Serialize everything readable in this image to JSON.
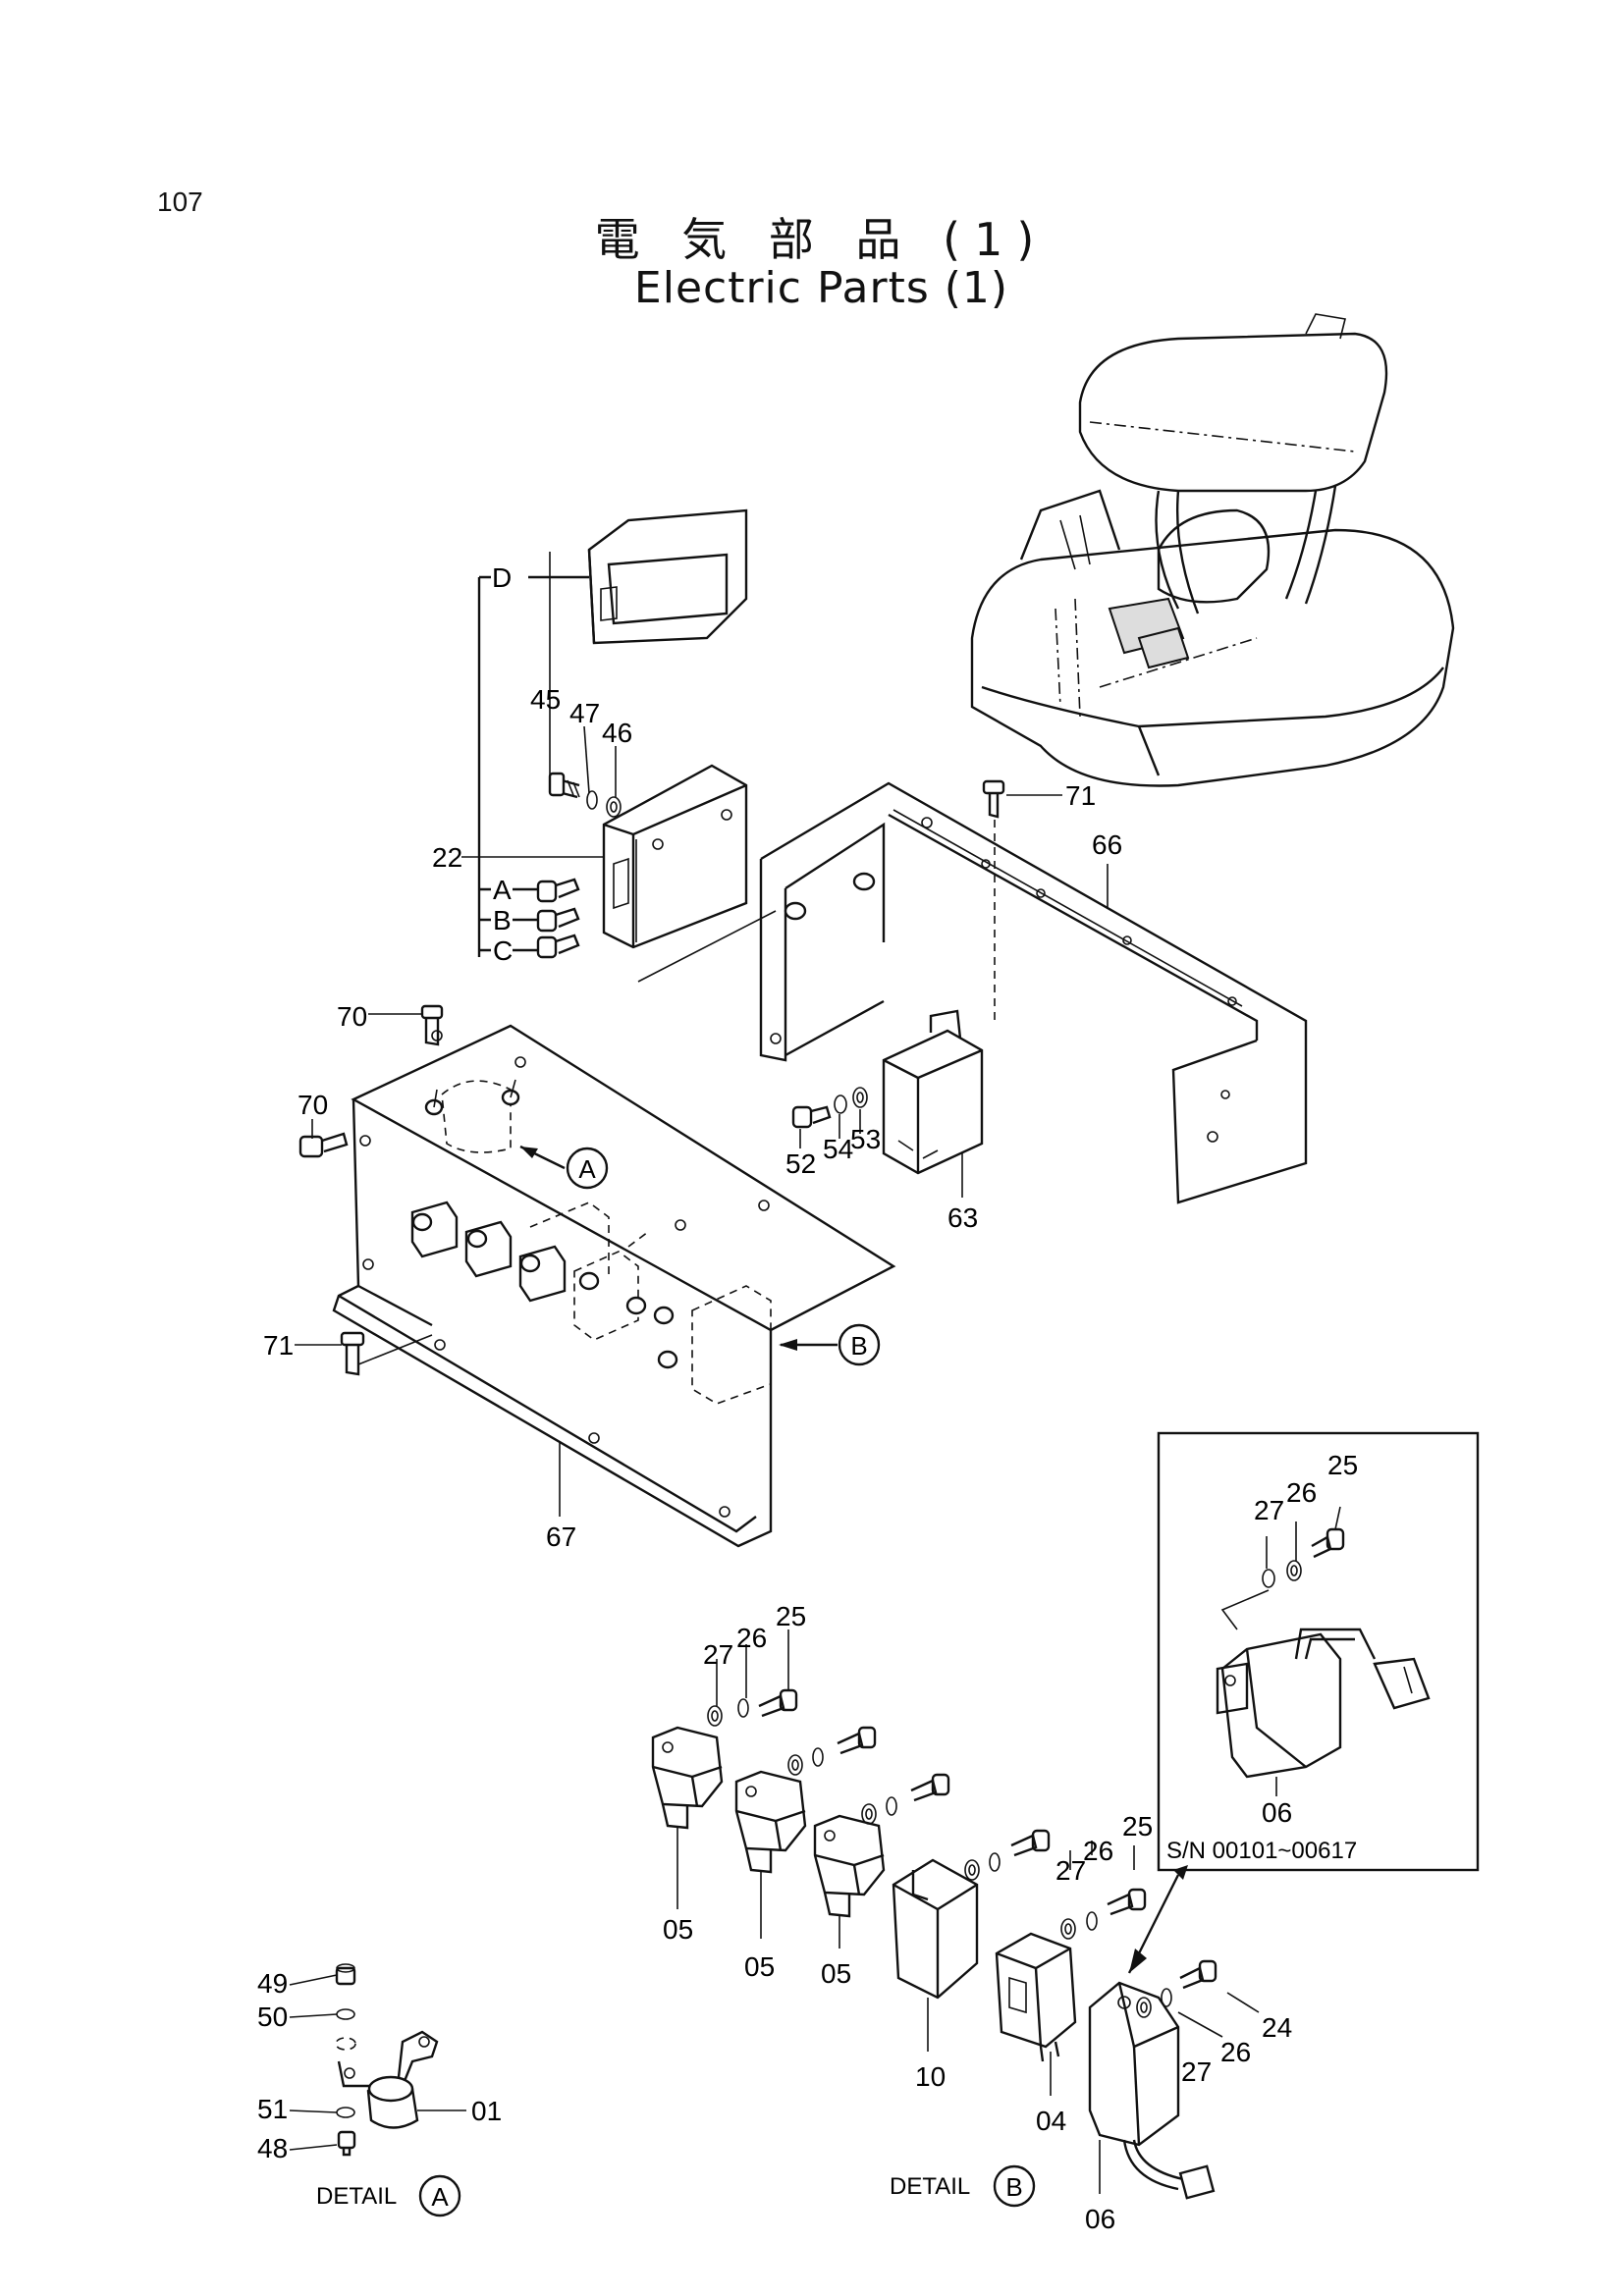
{
  "page_number": "107",
  "title_jp": "電 気 部 品 (1)",
  "title_en": "Electric Parts (1)",
  "serial_note": "S/N 00101~00617",
  "details": {
    "a_label": "DETAIL",
    "a_ref": "A",
    "b_label": "DETAIL",
    "b_ref": "B"
  },
  "callouts": {
    "a": "A",
    "b": "B"
  },
  "bracket_letters": [
    "D",
    "A",
    "B",
    "C"
  ],
  "parts": {
    "p45": "45",
    "p47": "47",
    "p46": "46",
    "p22": "22",
    "p71a": "71",
    "p66": "66",
    "p70a": "70",
    "p70b": "70",
    "p52": "52",
    "p54": "54",
    "p53": "53",
    "p63": "63",
    "p71b": "71",
    "p67": "67",
    "p27a": "27",
    "p26a": "26",
    "p25a": "25",
    "p06a": "06",
    "p27b": "27",
    "p26b": "26",
    "p25b": "25",
    "p05a": "05",
    "p05b": "05",
    "p05c": "05",
    "p27c": "27",
    "p26c": "26",
    "p25c": "25",
    "p10": "10",
    "p04": "04",
    "p24": "24",
    "p26d": "26",
    "p27d": "27",
    "p06b": "06",
    "p49": "49",
    "p50": "50",
    "p51": "51",
    "p48": "48",
    "p01": "01"
  }
}
